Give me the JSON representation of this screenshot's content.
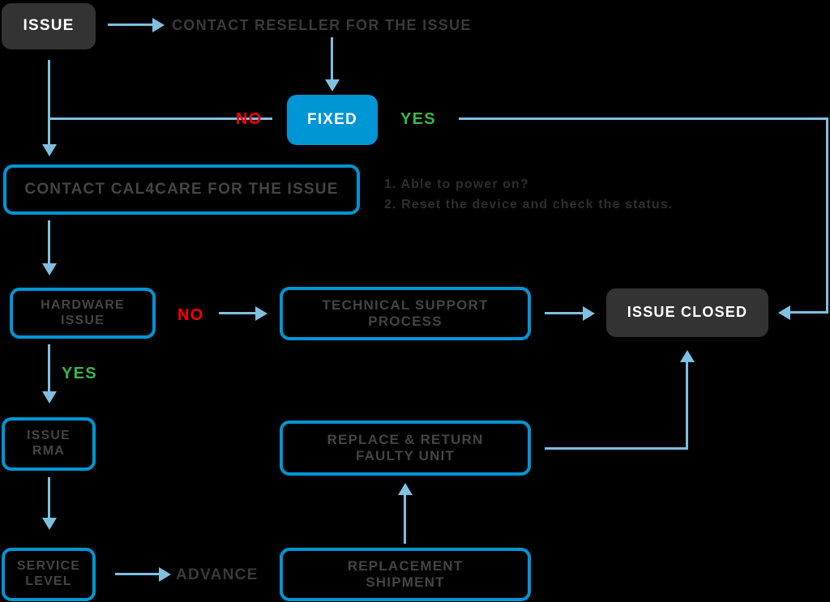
{
  "diagram": {
    "title": "RMA / Support Issue Escalation Flowchart",
    "colors": {
      "background": "#000000",
      "accent_blue": "#0095d5",
      "connector_blue": "#7fbfe0",
      "dark_node": "#333333",
      "node_text_gray": "#444444",
      "yes_green": "#3bb54a",
      "no_red": "#ff0000"
    },
    "nodes": [
      {
        "id": "issue",
        "label": "ISSUE",
        "style": "solid-dark"
      },
      {
        "id": "fixed",
        "label": "FIXED",
        "style": "solid-blue"
      },
      {
        "id": "contact-cal4care",
        "label": "CONTACT CAL4CARE FOR THE ISSUE",
        "style": "outline"
      },
      {
        "id": "hardware-issue",
        "label": "HARDWARE\nISSUE",
        "style": "outline"
      },
      {
        "id": "technical-support",
        "label": "TECHNICAL SUPPORT\nPROCESS",
        "style": "outline"
      },
      {
        "id": "issue-closed",
        "label": "ISSUE CLOSED",
        "style": "solid-dark"
      },
      {
        "id": "issue-rma",
        "label": "ISSUE\nRMA",
        "style": "outline"
      },
      {
        "id": "replace-return",
        "label": "REPLACE & RETURN\nFAULTY UNIT",
        "style": "outline"
      },
      {
        "id": "service-level",
        "label": "SERVICE\nLEVEL",
        "style": "outline"
      },
      {
        "id": "replacement-shipment",
        "label": "REPLACEMENT\nSHIPMENT",
        "style": "outline"
      }
    ],
    "labels": {
      "contact_reseller": "CONTACT RESELLER FOR THE ISSUE",
      "no_fixed": "NO",
      "yes_fixed": "YES",
      "no_hardware": "NO",
      "yes_hardware": "YES",
      "advance": "ADVANCE"
    },
    "notes": {
      "checklist": "1. Able to power on?\n2. Reset the device and check the status."
    },
    "node_labels": {
      "issue": "ISSUE",
      "fixed": "FIXED",
      "contact_cal4care": "CONTACT CAL4CARE FOR THE ISSUE",
      "hardware_issue_line1": "HARDWARE",
      "hardware_issue_line2": "ISSUE",
      "technical_support_line1": "TECHNICAL SUPPORT",
      "technical_support_line2": "PROCESS",
      "issue_closed": "ISSUE CLOSED",
      "issue_rma_line1": "ISSUE",
      "issue_rma_line2": "RMA",
      "replace_return_line1": "REPLACE & RETURN",
      "replace_return_line2": "FAULTY UNIT",
      "service_level_line1": "SERVICE",
      "service_level_line2": "LEVEL",
      "replacement_shipment_line1": "REPLACEMENT",
      "replacement_shipment_line2": "SHIPMENT"
    }
  }
}
